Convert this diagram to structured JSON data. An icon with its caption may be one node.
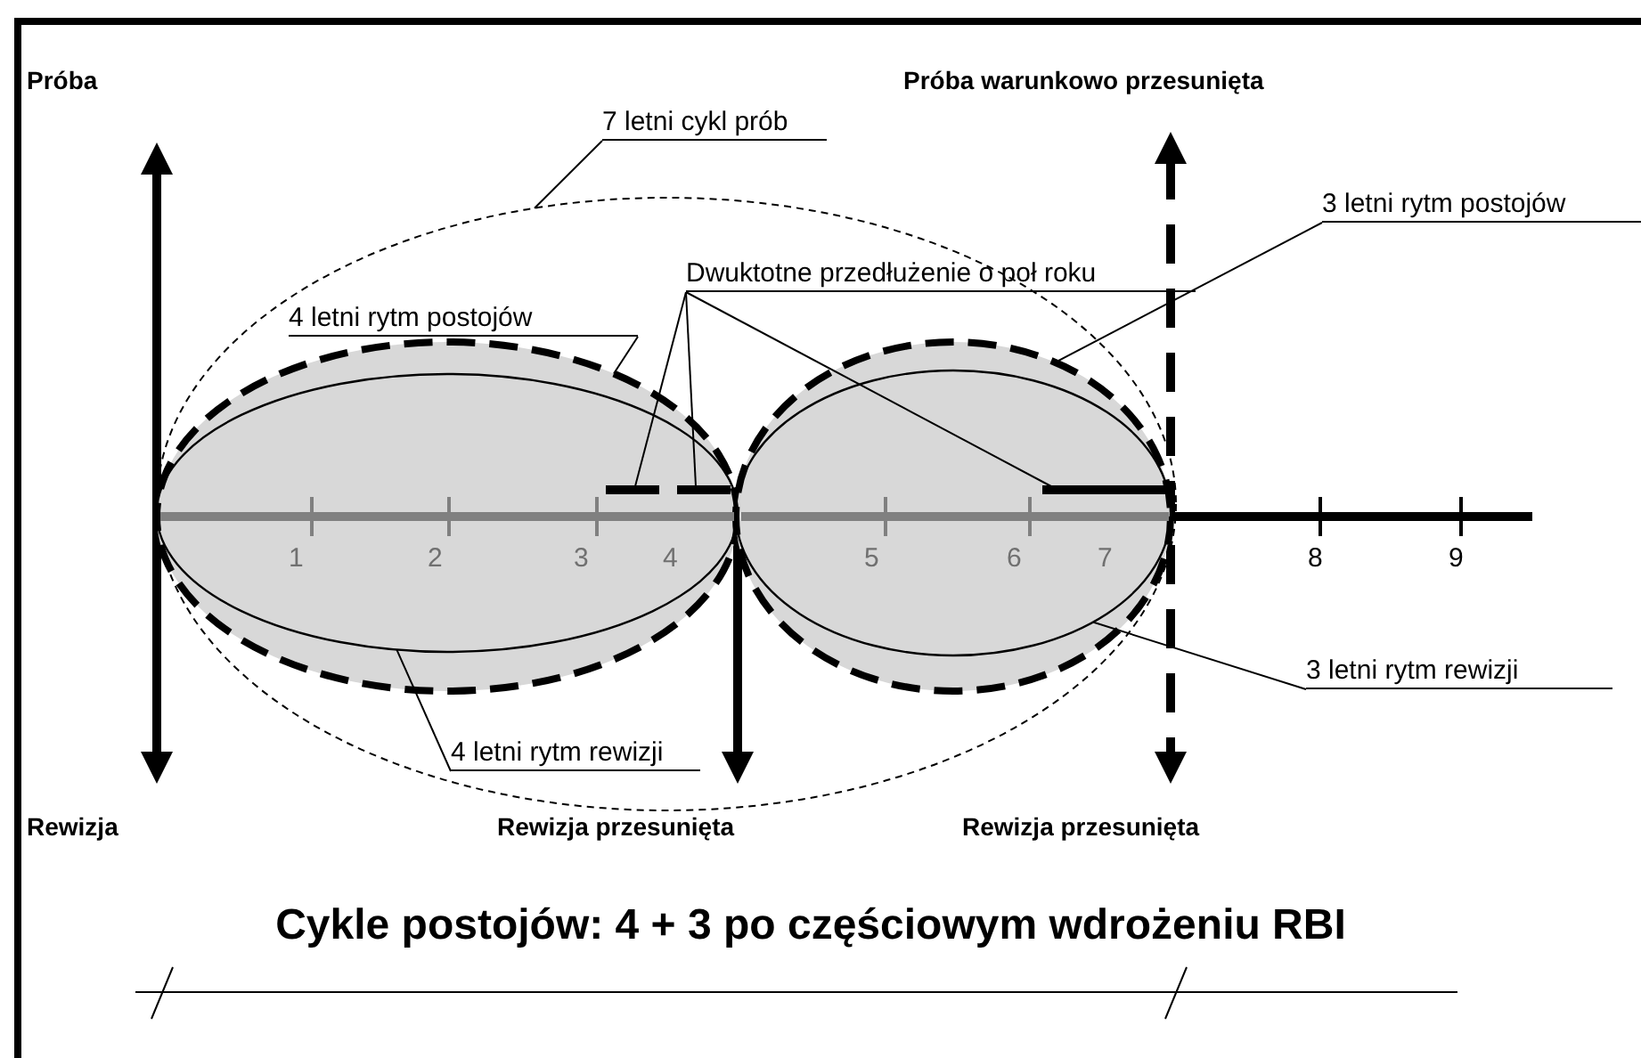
{
  "diagram": {
    "title": "Cykle postojów: 4 + 3 po częściowym wdrożeniu RBI",
    "nodes": [
      {
        "text": [
          "7 letni cykl prób"
        ]
      },
      {
        "text": [],
        "shape": "ellipse"
      },
      {
        "text": [
          "4 letni rytm postojów"
        ],
        "in": 1
      },
      {
        "text": [],
        "shape": "ellipse",
        "in": 1
      },
      {
        "text": [
          "Dwuktotne przedłużenie o poł roku"
        ],
        "in": 1
      },
      {
        "text": [],
        "shape": "bar",
        "in": 11
      },
      {
        "text": [],
        "shape": "bar",
        "in": 11
      },
      {
        "text": [],
        "shape": "bar",
        "in": 13
      },
      {
        "text": [
          "3 letni rytm postojów"
        ]
      },
      {
        "text": [],
        "shape": "ellipse",
        "in": 1
      },
      {
        "text": [
          "4 letni rytm rewizji"
        ],
        "in": 1
      },
      {
        "text": [],
        "shape": "ellipse",
        "in": 3
      },
      {
        "text": [
          "3 letni rytm rewizji"
        ]
      },
      {
        "text": [],
        "shape": "ellipse",
        "in": 9
      }
    ],
    "edges": [
      {
        "from": 0,
        "to": 1,
        "arrow": "none"
      },
      {
        "from": 2,
        "to": 3,
        "arrow": "none"
      },
      {
        "from": 4,
        "to": 5,
        "arrow": "none"
      },
      {
        "from": 4,
        "to": 6,
        "arrow": "none"
      },
      {
        "from": 4,
        "to": 7,
        "arrow": "none"
      },
      {
        "from": 8,
        "to": 9,
        "arrow": "none"
      },
      {
        "from": 10,
        "to": 11,
        "arrow": "none"
      },
      {
        "from": 12,
        "to": 13,
        "arrow": "none"
      }
    ],
    "labels": [
      "Próba",
      "Próba warunkowo przesunięta",
      "1",
      "2",
      "3",
      "4",
      "5",
      "6",
      "7",
      "8",
      "9",
      "Rewizja",
      "Rewizja przesunięta",
      "Rewizja przesunięta"
    ]
  }
}
